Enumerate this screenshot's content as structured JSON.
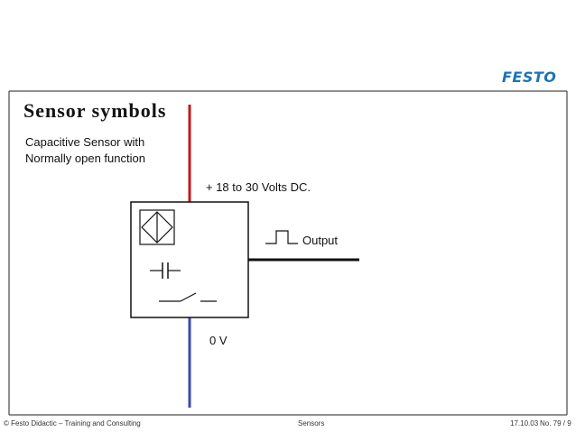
{
  "brand": {
    "logo_text": "FESTO",
    "color": "#1a73b8"
  },
  "slide": {
    "title": "Sensor symbols",
    "subtitle_line1": "Capacitive Sensor with",
    "subtitle_line2": "Normally open function"
  },
  "diagram": {
    "supply_label": "+    18  to 30 Volts DC.",
    "output_label": "Output",
    "ground_label": "0 V",
    "supply_wire_color": "#c0191e",
    "ground_wire_color": "#3b4aa8"
  },
  "footer": {
    "left": "© Festo Didactic – Training and Consulting",
    "center": "Sensors",
    "date": "17.10.03",
    "page": "No. 79 / 9"
  }
}
